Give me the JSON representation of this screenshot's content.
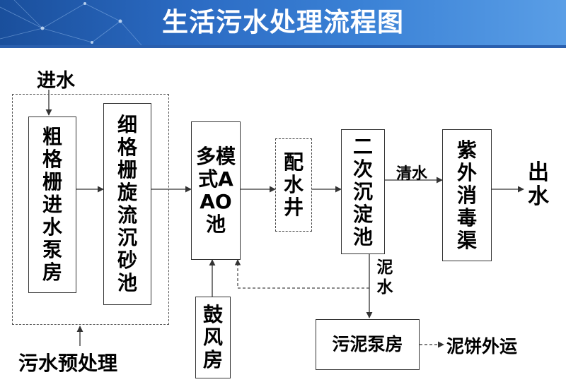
{
  "title": "生活污水处理流程图",
  "colors": {
    "header": "#2c6cc4",
    "title_text": "#ffffff",
    "line": "#333333"
  },
  "labels": {
    "inlet": "进水",
    "outlet": "出水",
    "clear_water": "清水",
    "sludge_water": "泥水",
    "pretreatment": "污水预处理",
    "sludge_cake": "泥饼外运"
  },
  "nodes": {
    "coarse_screen_pump": "粗格栅进水泵房",
    "fine_screen_grit": "细格栅旋流沉砂池",
    "aao_tank": "多模式AAO池",
    "distribution_well": "配水井",
    "secondary_clarifier": "二次沉淀池",
    "uv_channel": "紫外消毒渠",
    "blower_room": "鼓风房",
    "sludge_pump_room": "污泥泵房"
  }
}
